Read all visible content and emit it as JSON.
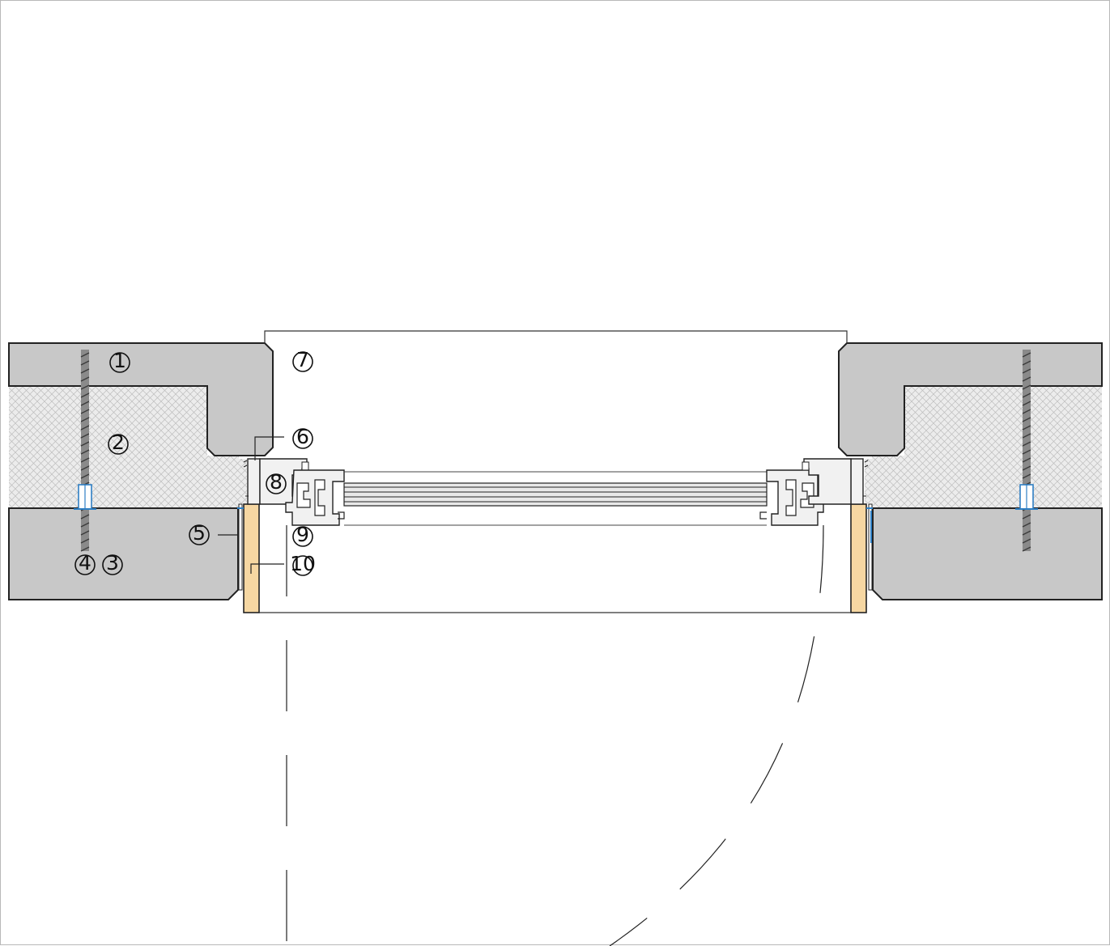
{
  "colors": {
    "concrete": "#c8c8c8",
    "insulation": "#ececec",
    "wood": "#f6d7a2",
    "outline": "#222222",
    "seal": "#2e7fc4",
    "frame": "#f1f1f1",
    "glass": "#e2e2e2"
  },
  "callouts": [
    {
      "id": "c1",
      "number": "1"
    },
    {
      "id": "c2",
      "number": "2"
    },
    {
      "id": "c3",
      "number": "3"
    },
    {
      "id": "c4",
      "number": "4"
    },
    {
      "id": "c5",
      "number": "5"
    },
    {
      "id": "c6",
      "number": "6"
    },
    {
      "id": "c7",
      "number": "7"
    },
    {
      "id": "c8",
      "number": "8"
    },
    {
      "id": "c9",
      "number": "9"
    },
    {
      "id": "c10",
      "number": "10"
    }
  ]
}
